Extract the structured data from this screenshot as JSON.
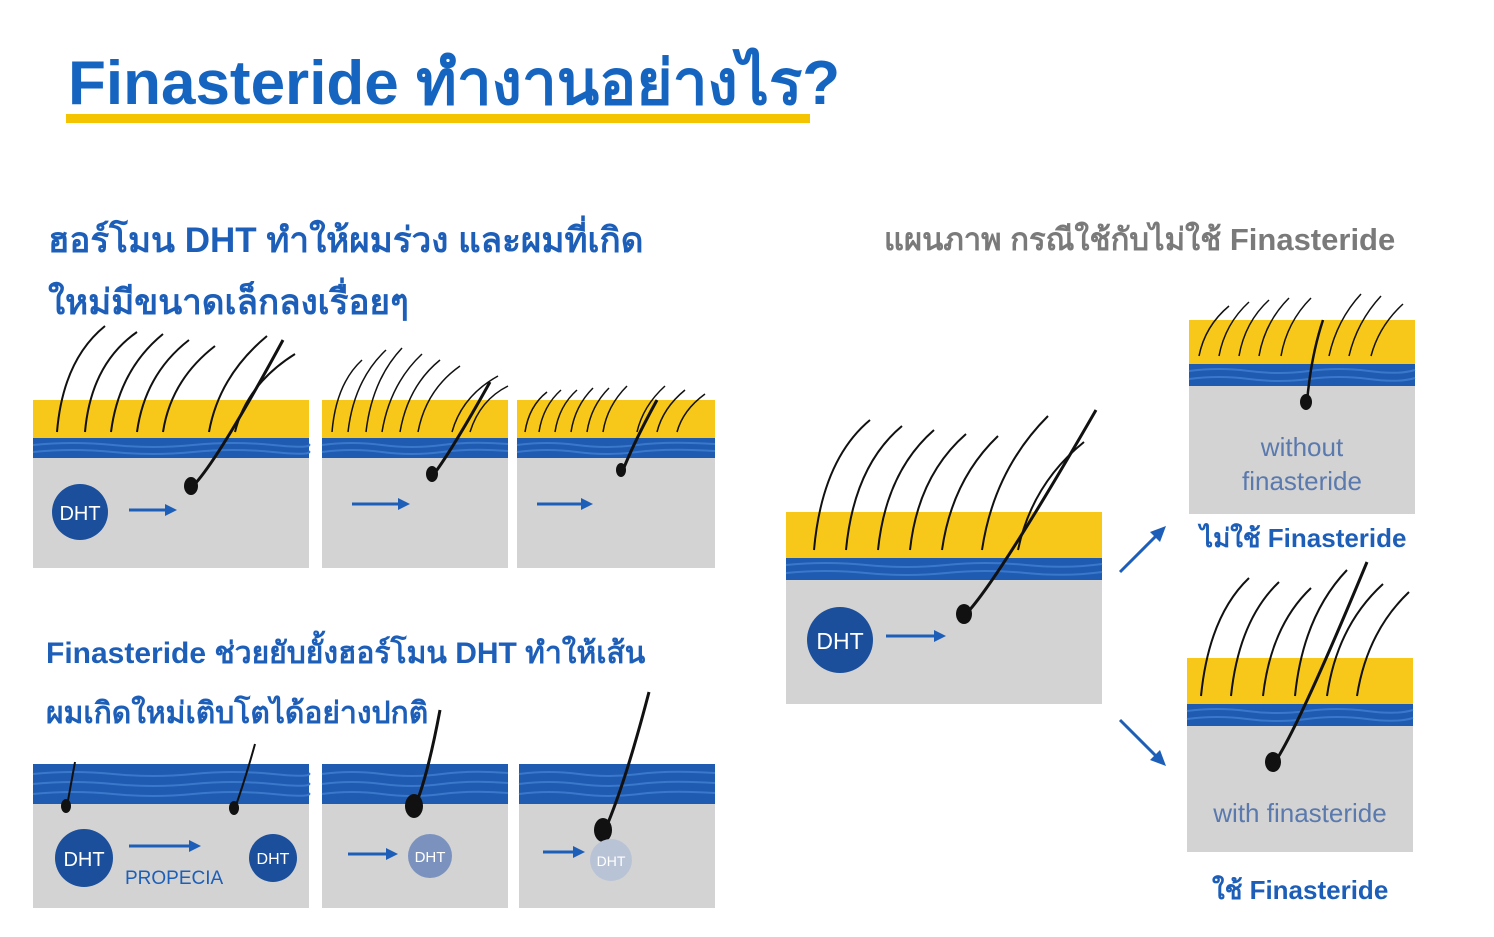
{
  "title": "Finasteride ทำงานอย่างไร?",
  "section1": {
    "line1": "ฮอร์โมน DHT ทำให้ผมร่วง และผมที่เกิด",
    "line2": "ใหม่มีขนาดเล็กลงเรื่อยๆ"
  },
  "section2": {
    "line1": "Finasteride ช่วยยับยั้งฮอร์โมน DHT ทำให้เส้น",
    "line2": "ผมเกิดใหม่เติบโตได้อย่างปกติ"
  },
  "right_heading": "แผนภาพ กรณีใช้กับไม่ใช้ Finasteride",
  "caption_without": "ไม่ใช้ Finasteride",
  "caption_with": "ใช้ Finasteride",
  "labels": {
    "dht": "DHT",
    "propecia": "PROPECIA",
    "without_line1": "without",
    "without_line2": "finasteride",
    "with": "with finasteride"
  },
  "colors": {
    "title_blue": "#1565c0",
    "heading_blue": "#1d5fb8",
    "accent_yellow": "#f5c400",
    "scalp_yellow": "#f7c81a",
    "scalp_blue": "#1f5bb0",
    "skin_gray": "#d3d3d3",
    "dht_circle": "#1b4f9c",
    "right_heading_gray": "#7a7a7a"
  },
  "icons": [
    "arrow-right-icon",
    "arrow-up-right-icon",
    "arrow-down-right-icon",
    "dht-circle-icon",
    "hair-follicle-icon"
  ]
}
